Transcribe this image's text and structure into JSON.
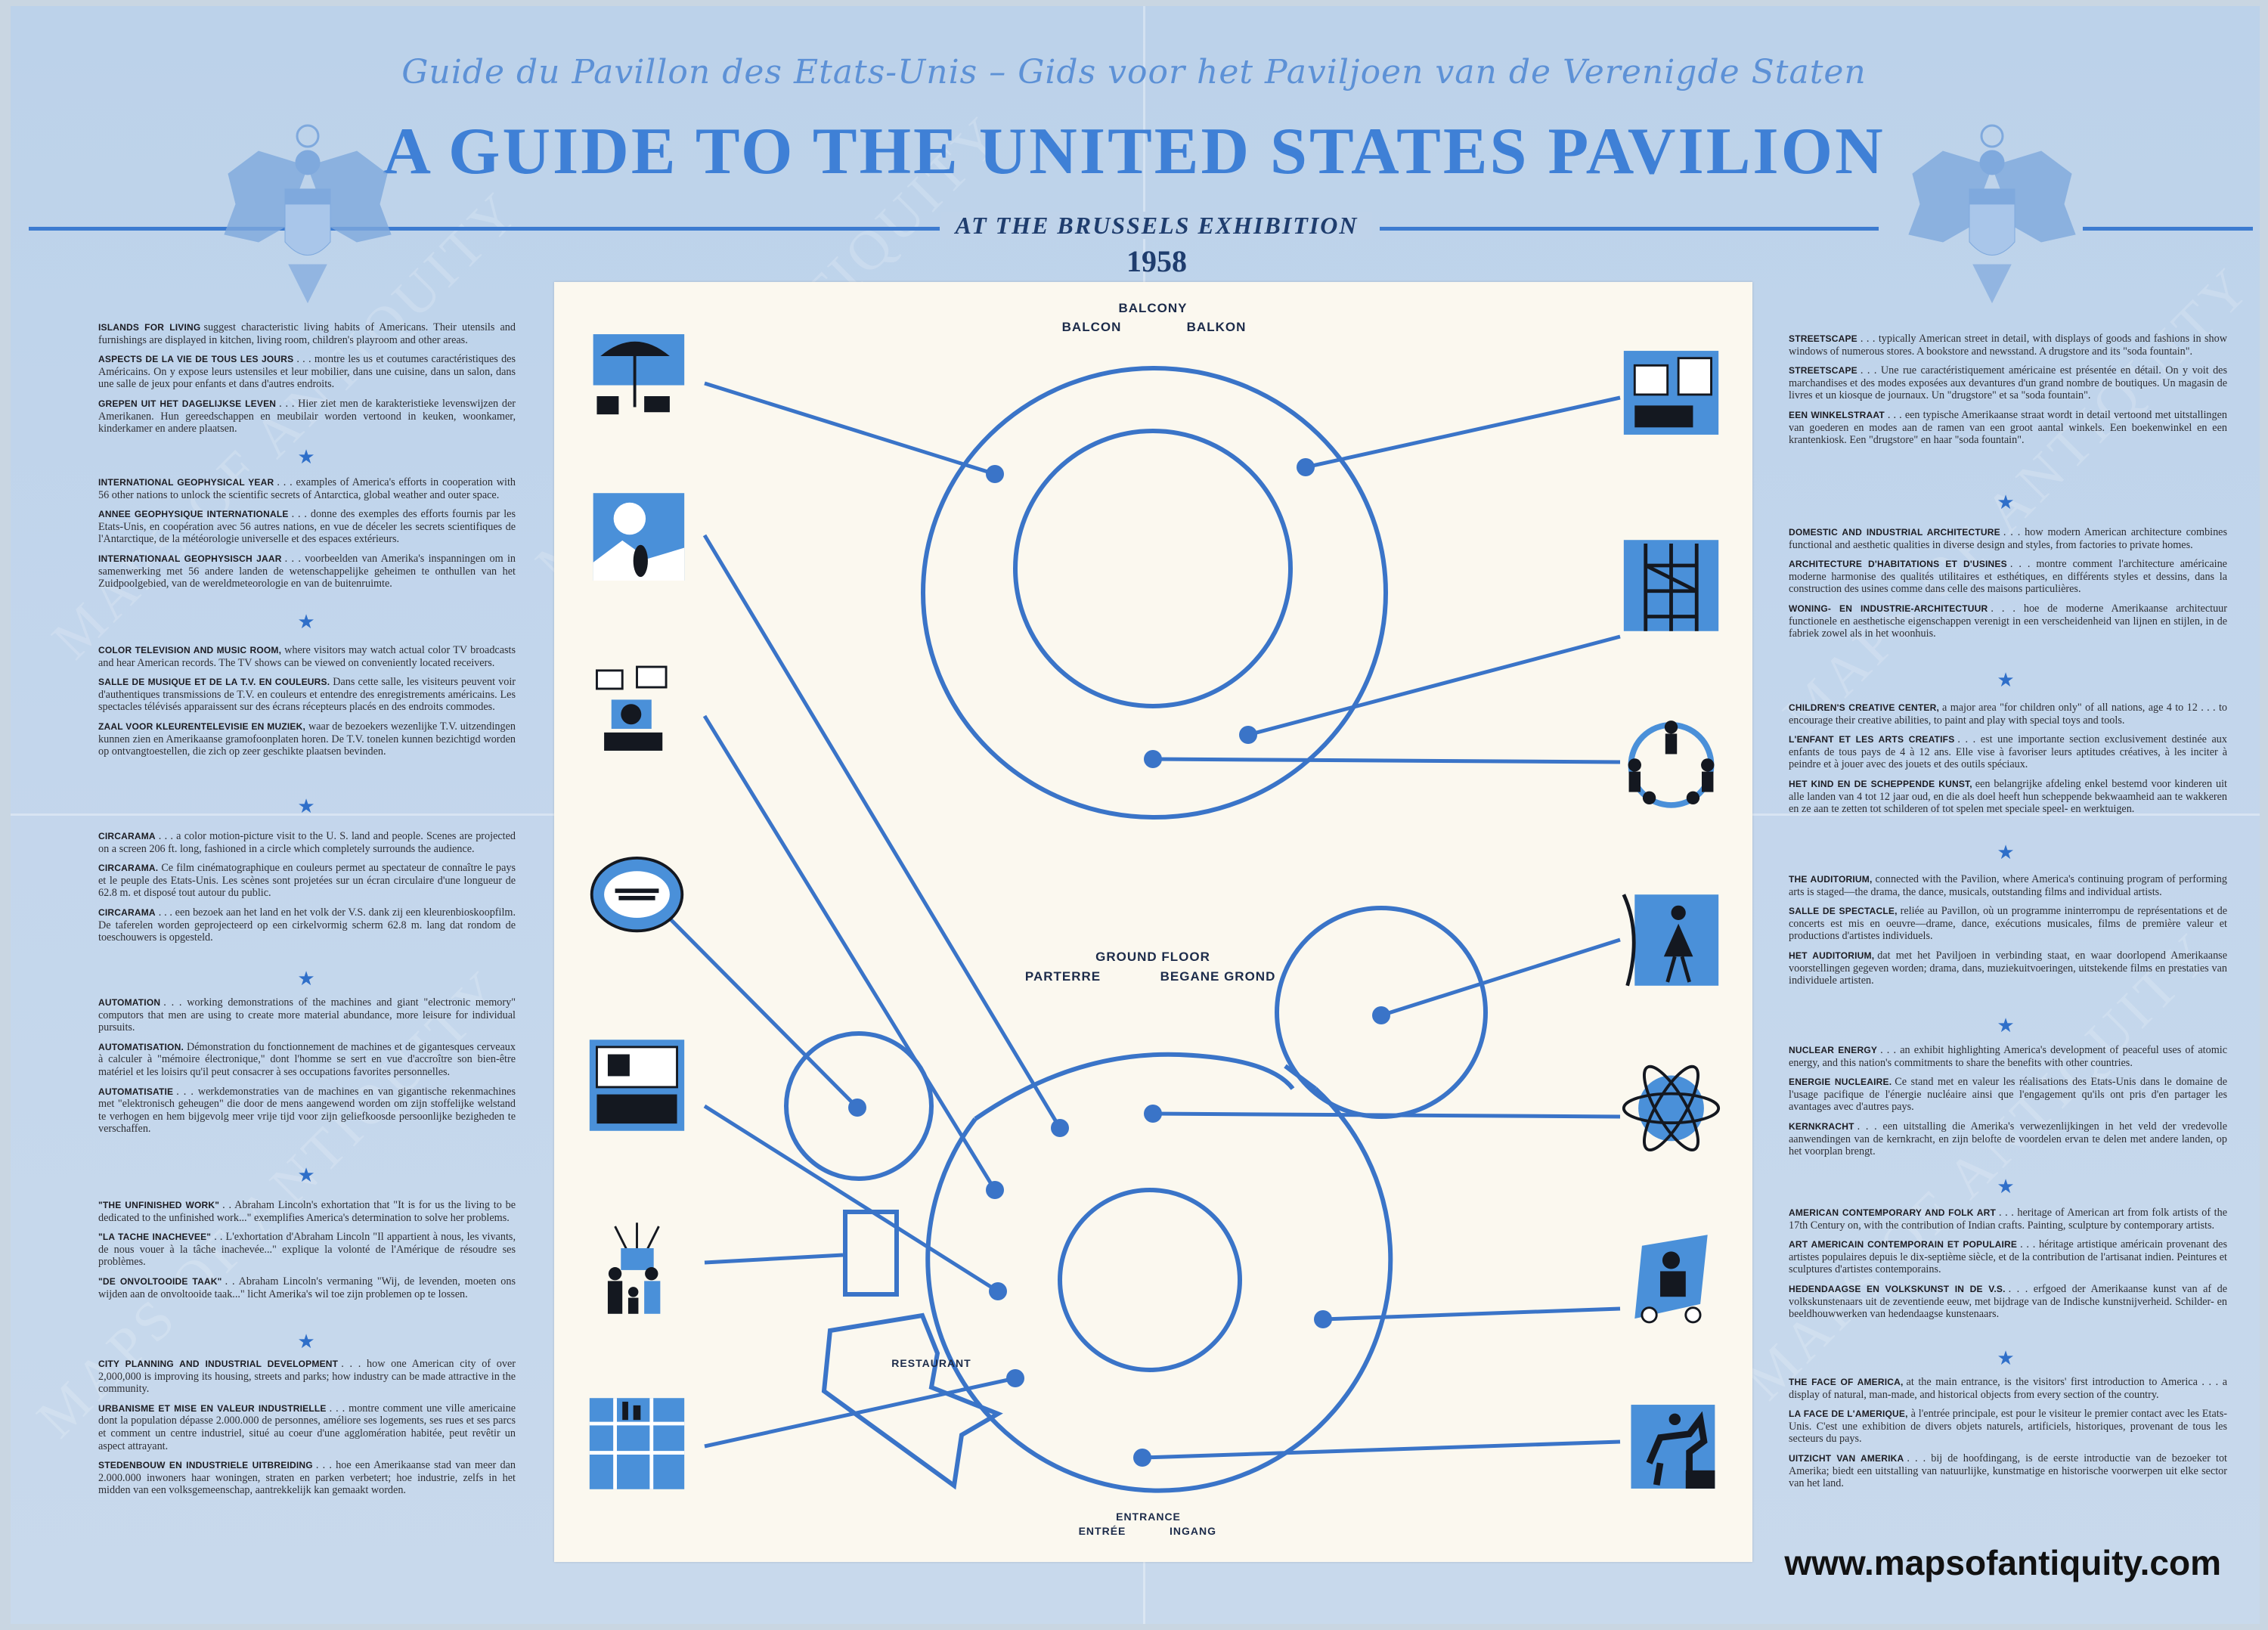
{
  "header": {
    "script_title": "Guide du Pavillon des Etats-Unis – Gids voor het Paviljoen van de Verenigde Staten",
    "title": "A GUIDE TO THE UNITED STATES PAVILION",
    "subtitle": "AT THE BRUSSELS EXHIBITION",
    "year": "1958"
  },
  "colors": {
    "accent": "#3d7bd0",
    "panel": "#fbf8ef",
    "background": "#bcd2ea",
    "map_line": "#3a74c8"
  },
  "map": {
    "balcony": {
      "en": "BALCONY",
      "fr": "BALCON",
      "nl": "BALKON"
    },
    "ground": {
      "en": "GROUND FLOOR",
      "fr": "PARTERRE",
      "nl": "BEGANE GROND"
    },
    "restaurant": "RESTAURANT",
    "entrance": {
      "en": "ENTRANCE",
      "fr": "ENTRÉE",
      "nl": "INGANG"
    }
  },
  "icons": {
    "left": [
      "umbrella-living-icon",
      "penguin-antarctic-icon",
      "tv-camera-icon",
      "circarama-icon",
      "computer-console-icon",
      "family-icon",
      "city-plan-icon"
    ],
    "right": [
      "storefront-icon",
      "scaffold-architecture-icon",
      "children-dance-icon",
      "dancer-stage-icon",
      "atom-globe-icon",
      "folk-artist-icon",
      "horse-rider-statue-icon"
    ]
  },
  "left": {
    "groups": [
      {
        "entries": [
          {
            "head": "ISLANDS FOR LIVING",
            "body": "suggest characteristic living habits of Americans. Their utensils and furnishings are displayed in kitchen, living room, children's playroom and other areas."
          },
          {
            "head": "ASPECTS DE LA VIE DE TOUS LES JOURS",
            "body": ". . . montre les us et coutumes caractéristiques des Américains. On y expose leurs ustensiles et leur mobilier, dans une cuisine, dans un salon, dans une salle de jeux pour enfants et dans d'autres endroits."
          },
          {
            "head": "GREPEN UIT HET DAGELIJKSE LEVEN",
            "body": ". . . Hier ziet men de karakteristieke levenswijzen der Amerikanen. Hun gereedschappen en meubilair worden vertoond in keuken, woonkamer, kinderkamer en andere plaatsen."
          }
        ]
      },
      {
        "entries": [
          {
            "head": "INTERNATIONAL GEOPHYSICAL YEAR",
            "body": ". . . examples of America's efforts in cooperation with 56 other nations to unlock the scientific secrets of Antarctica, global weather and outer space."
          },
          {
            "head": "ANNEE GEOPHYSIQUE INTERNATIONALE",
            "body": ". . . donne des exemples des efforts fournis par les Etats-Unis, en coopération avec 56 autres nations, en vue de déceler les secrets scientifiques de l'Antarctique, de la météorologie universelle et des espaces extérieurs."
          },
          {
            "head": "INTERNATIONAAL GEOPHYSISCH JAAR",
            "body": ". . . voorbeelden van Amerika's inspanningen om in samenwerking met 56 andere landen de wetenschappelijke geheimen te onthullen van het Zuidpoolgebied, van de wereldmeteorologie en van de buitenruimte."
          }
        ]
      },
      {
        "entries": [
          {
            "head": "COLOR TELEVISION AND MUSIC ROOM,",
            "body": "where visitors may watch actual color TV broadcasts and hear American records. The TV shows can be viewed on conveniently located receivers."
          },
          {
            "head": "SALLE DE MUSIQUE ET DE LA T.V. EN COULEURS.",
            "body": "Dans cette salle, les visiteurs peuvent voir d'authentiques transmissions de T.V. en couleurs et entendre des enregistrements américains. Les spectacles télévisés apparaissent sur des écrans récepteurs placés en des endroits commodes."
          },
          {
            "head": "ZAAL VOOR KLEURENTELEVISIE EN MUZIEK,",
            "body": "waar de bezoekers wezenlijke T.V. uitzendingen kunnen zien en Amerikaanse gramofoonplaten horen. De T.V. tonelen kunnen bezichtigd worden op ontvangtoestellen, die zich op zeer geschikte plaatsen bevinden."
          }
        ]
      },
      {
        "entries": [
          {
            "head": "CIRCARAMA",
            "body": ". . . a color motion-picture visit to the U. S. land and people. Scenes are projected on a screen 206 ft. long, fashioned in a circle which completely surrounds the audience."
          },
          {
            "head": "CIRCARAMA.",
            "body": "Ce film cinématographique en couleurs permet au spectateur de connaître le pays et le peuple des Etats-Unis. Les scènes sont projetées sur un écran circulaire d'une longueur de 62.8 m. et disposé tout autour du public."
          },
          {
            "head": "CIRCARAMA",
            "body": ". . . een bezoek aan het land en het volk der V.S. dank zij een kleurenbioskoopfilm. De taferelen worden geprojecteerd op een cirkelvormig scherm 62.8 m. lang dat rondom de toeschouwers is opgesteld."
          }
        ]
      },
      {
        "entries": [
          {
            "head": "AUTOMATION",
            "body": ". . . working demonstrations of the machines and giant \"electronic memory\" computors that men are using to create more material abundance, more leisure for individual pursuits."
          },
          {
            "head": "AUTOMATISATION.",
            "body": "Démonstration du fonctionnement de machines et de gigantesques cerveaux à calculer à \"mémoire électronique,\" dont l'homme se sert en vue d'accroître son bien-être matériel et les loisirs qu'il peut consacrer à ses occupations favorites personnelles."
          },
          {
            "head": "AUTOMATISATIE",
            "body": ". . . werkdemonstraties van de machines en van gigantische rekenmachines met \"elektronisch geheugen\" die door de mens aangewend worden om zijn stoffelijke welstand te verhogen en hem bijgevolg meer vrije tijd voor zijn geliefkoosde persoonlijke bezigheden te verschaffen."
          }
        ]
      },
      {
        "entries": [
          {
            "head": "\"THE UNFINISHED WORK\"",
            "body": ". . Abraham Lincoln's exhortation that \"It is for us the living to be dedicated to the unfinished work...\" exemplifies America's determination to solve her problems."
          },
          {
            "head": "\"LA TACHE INACHEVEE\"",
            "body": ". . L'exhortation d'Abraham Lincoln \"Il appartient à nous, les vivants, de nous vouer à la tâche inachevée...\" explique la volonté de l'Amérique de résoudre ses problèmes."
          },
          {
            "head": "\"DE ONVOLTOOIDE TAAK\"",
            "body": ". . Abraham Lincoln's vermaning \"Wij, de levenden, moeten ons wijden aan de onvoltooide taak...\" licht Amerika's wil toe zijn problemen op te lossen."
          }
        ]
      },
      {
        "entries": [
          {
            "head": "CITY PLANNING AND INDUSTRIAL DEVELOPMENT",
            "body": ". . . how one American city of over 2,000,000 is improving its housing, streets and parks; how industry can be made attractive in the community."
          },
          {
            "head": "URBANISME ET MISE EN VALEUR INDUSTRIELLE",
            "body": ". . . montre comment une ville americaine dont la population dépasse 2.000.000 de personnes, améliore ses logements, ses rues et ses parcs et comment un centre industriel, situé au coeur d'une agglomération habitée, peut revêtir un aspect attrayant."
          },
          {
            "head": "STEDENBOUW EN INDUSTRIELE UITBREIDING",
            "body": ". . . hoe een Amerikaanse stad van meer dan 2.000.000 inwoners haar woningen, straten en parken verbetert; hoe industrie, zelfs in het midden van een volksgemeenschap, aantrekkelijk kan gemaakt worden."
          }
        ]
      }
    ]
  },
  "right": {
    "groups": [
      {
        "entries": [
          {
            "head": "STREETSCAPE",
            "body": ". . . typically American street in detail, with displays of goods and fashions in show windows of numerous stores. A bookstore and newsstand. A drugstore and its \"soda fountain\"."
          },
          {
            "head": "STREETSCAPE",
            "body": ". . . Une rue caractéristiquement américaine est présentée en détail. On y voit des marchandises et des modes exposées aux devantures d'un grand nombre de boutiques. Un magasin de livres et un kiosque de journaux. Un \"drugstore\" et sa \"soda fountain\"."
          },
          {
            "head": "EEN WINKELSTRAAT",
            "body": ". . . een typische Amerikaanse straat wordt in detail vertoond met uitstallingen van goederen en modes aan de ramen van een groot aantal winkels. Een boekenwinkel en een krantenkiosk. Een \"drugstore\" en haar \"soda fountain\"."
          }
        ]
      },
      {
        "entries": [
          {
            "head": "DOMESTIC AND INDUSTRIAL ARCHITECTURE",
            "body": ". . . how modern American architecture combines functional and aesthetic qualities in diverse design and styles, from factories to private homes."
          },
          {
            "head": "ARCHITECTURE D'HABITATIONS ET D'USINES",
            "body": ". . . montre comment l'architecture américaine moderne harmonise des qualités utilitaires et esthétiques, en différents styles et dessins, dans la construction des usines comme dans celle des maisons particulières."
          },
          {
            "head": "WONING- EN INDUSTRIE-ARCHITECTUUR",
            "body": ". . . hoe de moderne Amerikaanse architectuur functionele en aesthetische eigenschappen verenigt in een verscheidenheid van lijnen en stijlen, in de fabriek zowel als in het woonhuis."
          }
        ]
      },
      {
        "entries": [
          {
            "head": "CHILDREN'S CREATIVE CENTER,",
            "body": "a major area \"for children only\" of all nations, age 4 to 12 . . . to encourage their creative abilities, to paint and play with special toys and tools."
          },
          {
            "head": "L'ENFANT ET LES ARTS CREATIFS",
            "body": ". . . est une importante section exclusivement destinée aux enfants de tous pays de 4 à 12 ans. Elle vise à favoriser leurs aptitudes créatives, à les inciter à peindre et à jouer avec des jouets et des outils spéciaux."
          },
          {
            "head": "HET KIND EN DE SCHEPPENDE KUNST,",
            "body": "een belangrijke afdeling enkel bestemd voor kinderen uit alle landen van 4 tot 12 jaar oud, en die als doel heeft hun scheppende bekwaamheid aan te wakkeren en ze aan te zetten tot schilderen of tot spelen met speciale speel- en werktuigen."
          }
        ]
      },
      {
        "entries": [
          {
            "head": "THE AUDITORIUM,",
            "body": "connected with the Pavilion, where America's continuing program of performing arts is staged—the drama, the dance, musicals, outstanding films and individual artists."
          },
          {
            "head": "SALLE DE SPECTACLE,",
            "body": "reliée au Pavillon, où un programme ininterrompu de représentations et de concerts est mis en oeuvre—drame, dance, exécutions musicales, films de première valeur et productions d'artistes individuels."
          },
          {
            "head": "HET AUDITORIUM,",
            "body": "dat met het Paviljoen in verbinding staat, en waar doorlopend Amerikaanse voorstellingen gegeven worden; drama, dans, muziekuitvoeringen, uitstekende films en prestaties van individuele artisten."
          }
        ]
      },
      {
        "entries": [
          {
            "head": "NUCLEAR ENERGY",
            "body": ". . . an exhibit highlighting America's development of peaceful uses of atomic energy, and this nation's commitments to share the benefits with other countries."
          },
          {
            "head": "ENERGIE NUCLEAIRE.",
            "body": "Ce stand met en valeur les réalisations des Etats-Unis dans le domaine de l'usage pacifique de l'énergie nucléaire ainsi que l'engagement qu'ils ont pris d'en partager les avantages avec d'autres pays."
          },
          {
            "head": "KERNKRACHT",
            "body": ". . . een uitstalling die Amerika's verwezenlijkingen in het veld der vredevolle aanwendingen van de kernkracht, en zijn belofte de voordelen ervan te delen met andere landen, op het voorplan brengt."
          }
        ]
      },
      {
        "entries": [
          {
            "head": "AMERICAN CONTEMPORARY AND FOLK ART",
            "body": ". . . heritage of American art from folk artists of the 17th Century on, with the contribution of Indian crafts. Painting, sculpture by contemporary artists."
          },
          {
            "head": "ART AMERICAIN CONTEMPORAIN ET POPULAIRE",
            "body": ". . . héritage artistique américain provenant des artistes populaires depuis le dix-septième siècle, et de la contribution de l'artisanat indien. Peintures et sculptures d'artistes contemporains."
          },
          {
            "head": "HEDENDAAGSE EN VOLKSKUNST IN DE V.S.",
            "body": ". . . erfgoed der Amerikaanse kunst van af de volkskunstenaars uit de zeventiende eeuw, met bijdrage van de Indische kunstnijverheid. Schilder- en beeldhouwwerken van hedendaagse kunstenaars."
          }
        ]
      },
      {
        "entries": [
          {
            "head": "THE FACE OF AMERICA,",
            "body": "at the main entrance, is the visitors' first introduction to America . . . a display of natural, man-made, and historical objects from every section of the country."
          },
          {
            "head": "LA FACE DE L'AMERIQUE,",
            "body": "à l'entrée principale, est pour le visiteur le premier contact avec les Etats-Unis. C'est une exhibition de divers objets naturels, artificiels, historiques, provenant de tous les secteurs du pays."
          },
          {
            "head": "UITZICHT VAN AMERIKA",
            "body": ". . . bij de hoofdingang, is de eerste introductie van de bezoeker tot Amerika; biedt een uitstalling van natuurlijke, kunstmatige en historische voorwerpen uit elke sector van het land."
          }
        ]
      }
    ]
  },
  "watermark": "MAPS OF ANTIQUITY",
  "website": "www.mapsofantiquity.com"
}
